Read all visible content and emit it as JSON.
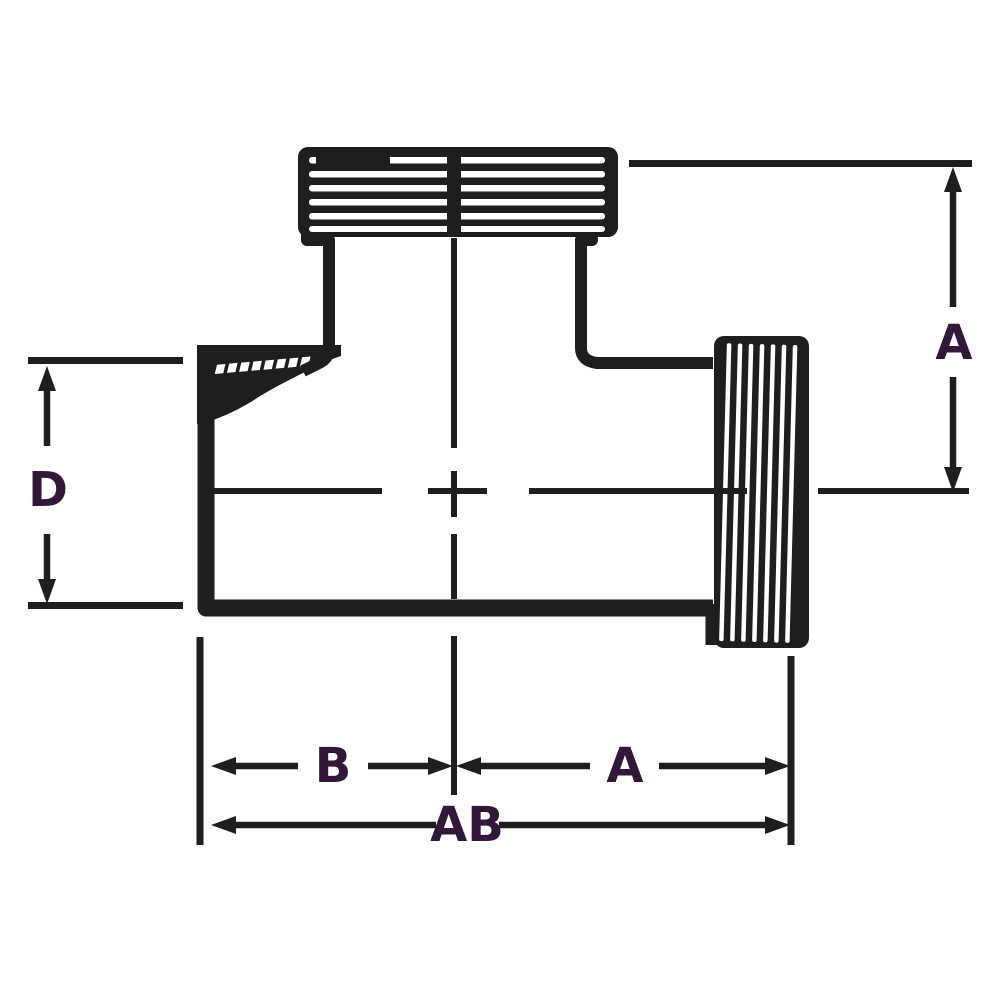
{
  "figure": {
    "type": "dimensioned-line-drawing"
  },
  "dimensions": {
    "a_vertical": "A",
    "d_left": "D",
    "b_bottom": "B",
    "a_bottom": "A",
    "ab_total": "AB"
  },
  "colors": {
    "line": "#1e1e1e",
    "label": "#33173a",
    "background": "#ffffff"
  }
}
